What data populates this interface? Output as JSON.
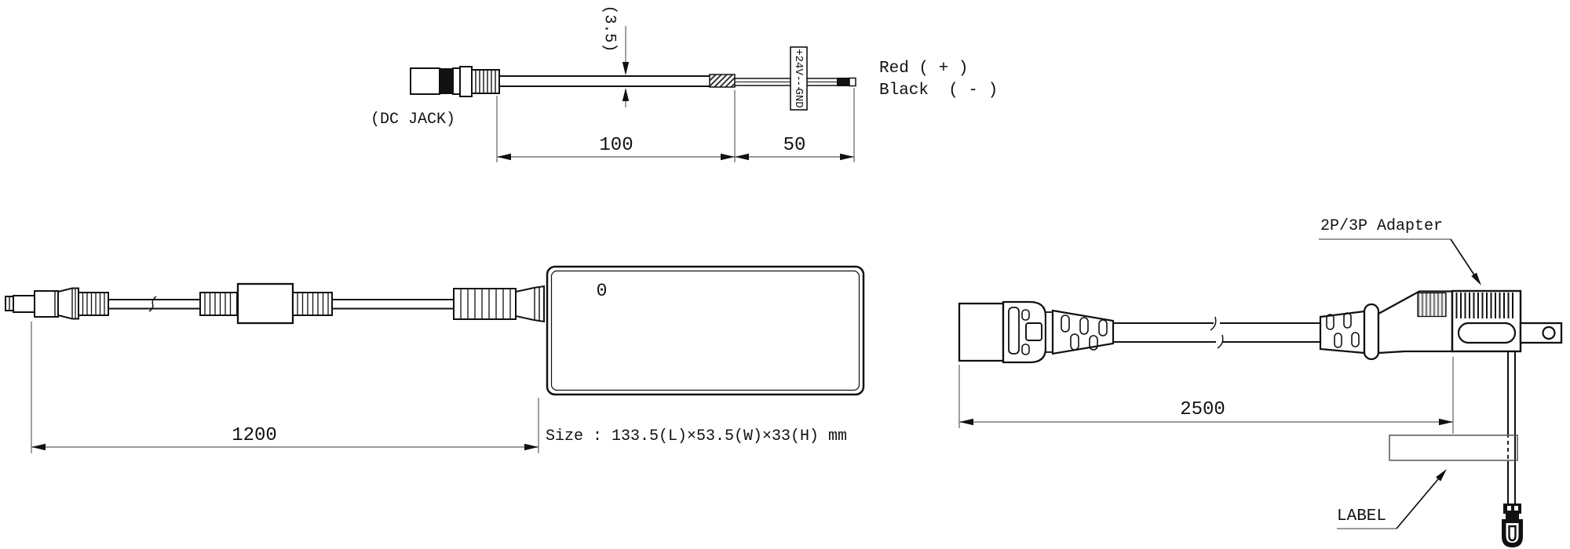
{
  "colors": {
    "ink": "#111111",
    "dim_line": "#787878",
    "background": "#ffffff"
  },
  "top_view": {
    "dc_jack_label": "(DC JACK)",
    "cable_diameter_label": "(3.5)",
    "marking_positive": "+24V",
    "marking_ground": "GND",
    "lead_red_label": "Red ( + )",
    "lead_black_label": "Black  ( - )",
    "dim_sheath_length": "100",
    "dim_lead_length": "50"
  },
  "adapter_view": {
    "dim_dc_cable_length": "1200",
    "size_label": "Size : 133.5(L)×53.5(W)×33(H) mm",
    "led_hole_marking": "0"
  },
  "cord_view": {
    "adapter_callout": "2P/3P Adapter",
    "dim_ac_cord_length": "2500",
    "label_callout": "LABEL"
  }
}
